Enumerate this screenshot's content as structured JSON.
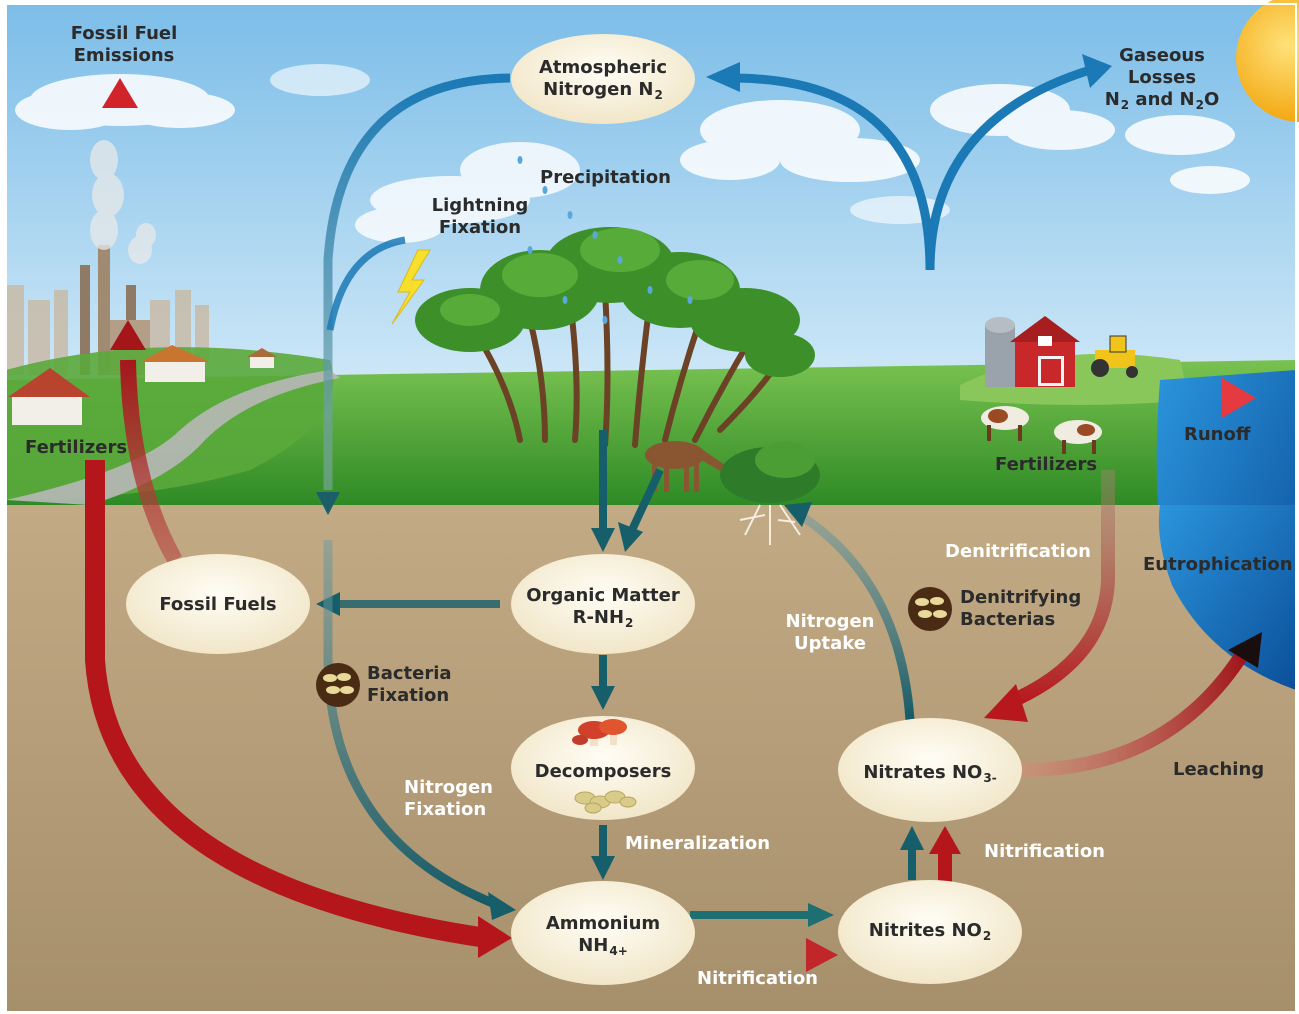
{
  "nodes": {
    "atmospheric": {
      "line1": "Atmospheric",
      "line2": "Nitrogen N",
      "sub": "2"
    },
    "organic": {
      "line1": "Organic Matter",
      "line2": "R-NH",
      "sub": "2"
    },
    "fossil_fuels": {
      "label": "Fossil Fuels"
    },
    "decomposers": {
      "label": "Decomposers"
    },
    "ammonium": {
      "line1": "Ammonium",
      "line2": "NH",
      "sub": "4+"
    },
    "nitrites": {
      "text": "Nitrites NO",
      "sub": "2"
    },
    "nitrates": {
      "text": "Nitrates NO",
      "sub": "3-"
    }
  },
  "labels": {
    "fossil_fuel_emissions": {
      "line1": "Fossil Fuel",
      "line2": "Emissions"
    },
    "gaseous_losses": {
      "line1": "Gaseous",
      "line2": "Losses",
      "line3a": "N",
      "line3sub1": "2",
      "line3b": " and N",
      "line3sub2": "2",
      "line3c": "O"
    },
    "precipitation": "Precipitation",
    "lightning_fixation": {
      "line1": "Lightning",
      "line2": "Fixation"
    },
    "fertilizers_left": "Fertilizers",
    "fertilizers_right": "Fertilizers",
    "runoff": "Runoff",
    "denitrification": "Denitrification",
    "eutrophication": "Eutrophication",
    "denitrifying_bacterias": {
      "line1": "Denitrifying",
      "line2": "Bacterias"
    },
    "nitrogen_uptake": {
      "line1": "Nitrogen",
      "line2": "Uptake"
    },
    "bacteria_fixation": {
      "line1": "Bacteria",
      "line2": "Fixation"
    },
    "nitrogen_fixation": {
      "line1": "Nitrogen",
      "line2": "Fixation"
    },
    "mineralization": "Mineralization",
    "nitrification_right": "Nitrification",
    "nitrification_bottom": "Nitrification",
    "leaching": "Leaching"
  },
  "colors": {
    "sky_top": "#7fc0ea",
    "sky_bottom": "#e6f4fb",
    "grass": "#3e9a2e",
    "soil": "#b09a78",
    "water": "#1d78c2",
    "blue_arrow": "#1b79b5",
    "teal_arrow": "#165e6a",
    "red_arrow": "#c0262a",
    "node_fill": "#faf4e3",
    "sun": "#f7b21e"
  },
  "icons": [
    "sun-icon",
    "lightning-icon",
    "bacteria-icon",
    "mushroom-icon",
    "tree-icon",
    "barn-icon",
    "tractor-icon",
    "cow-icon",
    "deer-icon",
    "factory-icon",
    "house-icon",
    "cloud-icon"
  ]
}
